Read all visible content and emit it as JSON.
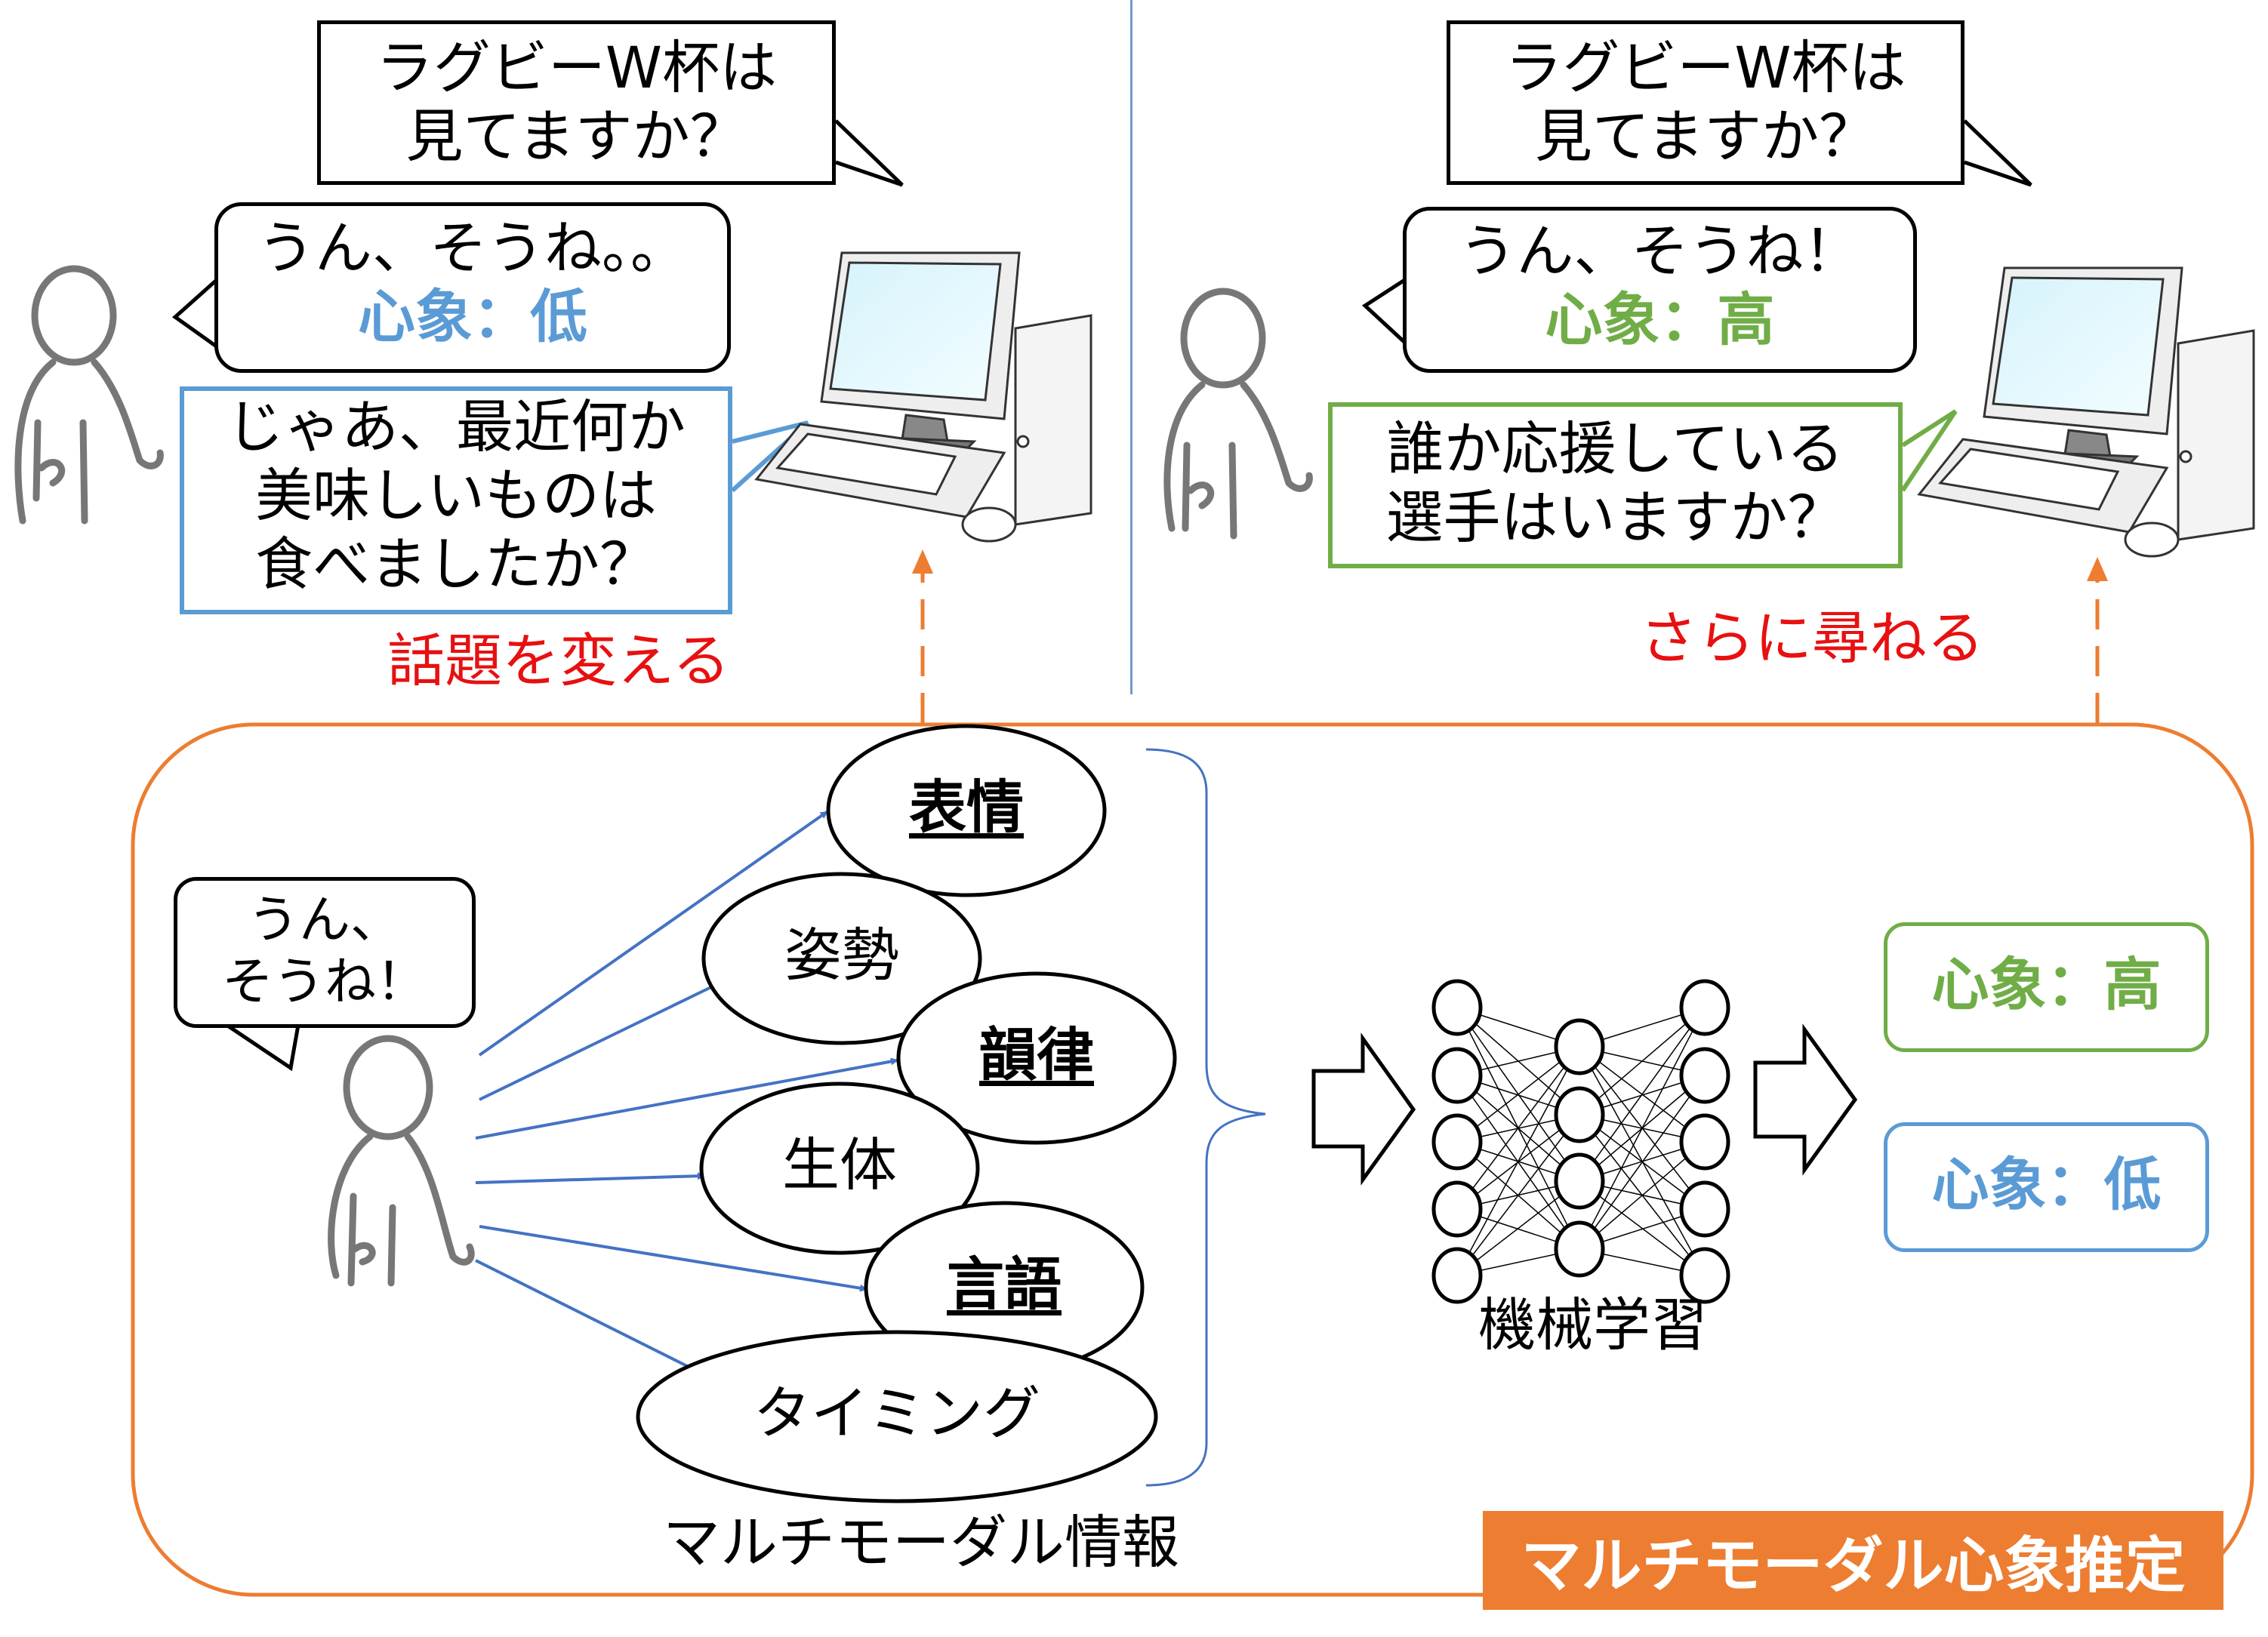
{
  "colors": {
    "orange": "#ED7D31",
    "blue": "#5B9BD5",
    "green": "#70AD47",
    "red": "#E81010",
    "arrow_blue": "#4472C4",
    "divider": "#4F81BD"
  },
  "left_scenario": {
    "system_question": [
      "ラグビーW杯は",
      "見てますか？"
    ],
    "user_reply": "うん、そうね。。",
    "engagement_label": "心象：低",
    "system_response": [
      "じゃあ、最近何か",
      "美味しいものは",
      "食べましたか？"
    ],
    "action": "話題を変える"
  },
  "right_scenario": {
    "system_question": [
      "ラグビーW杯は",
      "見てますか？"
    ],
    "user_reply": "うん、そうね！",
    "engagement_label": "心象：高",
    "system_response": [
      "誰か応援している",
      "選手はいますか？"
    ],
    "action": "さらに尋ねる"
  },
  "panel": {
    "user_utterance": [
      "うん、",
      "そうね！"
    ],
    "modalities": [
      {
        "label": "表情",
        "emphasized": true
      },
      {
        "label": "姿勢",
        "emphasized": false
      },
      {
        "label": "韻律",
        "emphasized": true
      },
      {
        "label": "生体",
        "emphasized": false
      },
      {
        "label": "言語",
        "emphasized": true
      },
      {
        "label": "タイミング",
        "emphasized": false
      }
    ],
    "modalities_caption": "マルチモーダル情報",
    "ml_caption": "機械学習",
    "outputs": {
      "high": "心象：高",
      "low": "心象：低"
    },
    "title": "マルチモーダル心象推定"
  },
  "icons": {
    "user": "person-icon",
    "computer": "desktop-computer-icon",
    "network": "neural-network-icon"
  }
}
